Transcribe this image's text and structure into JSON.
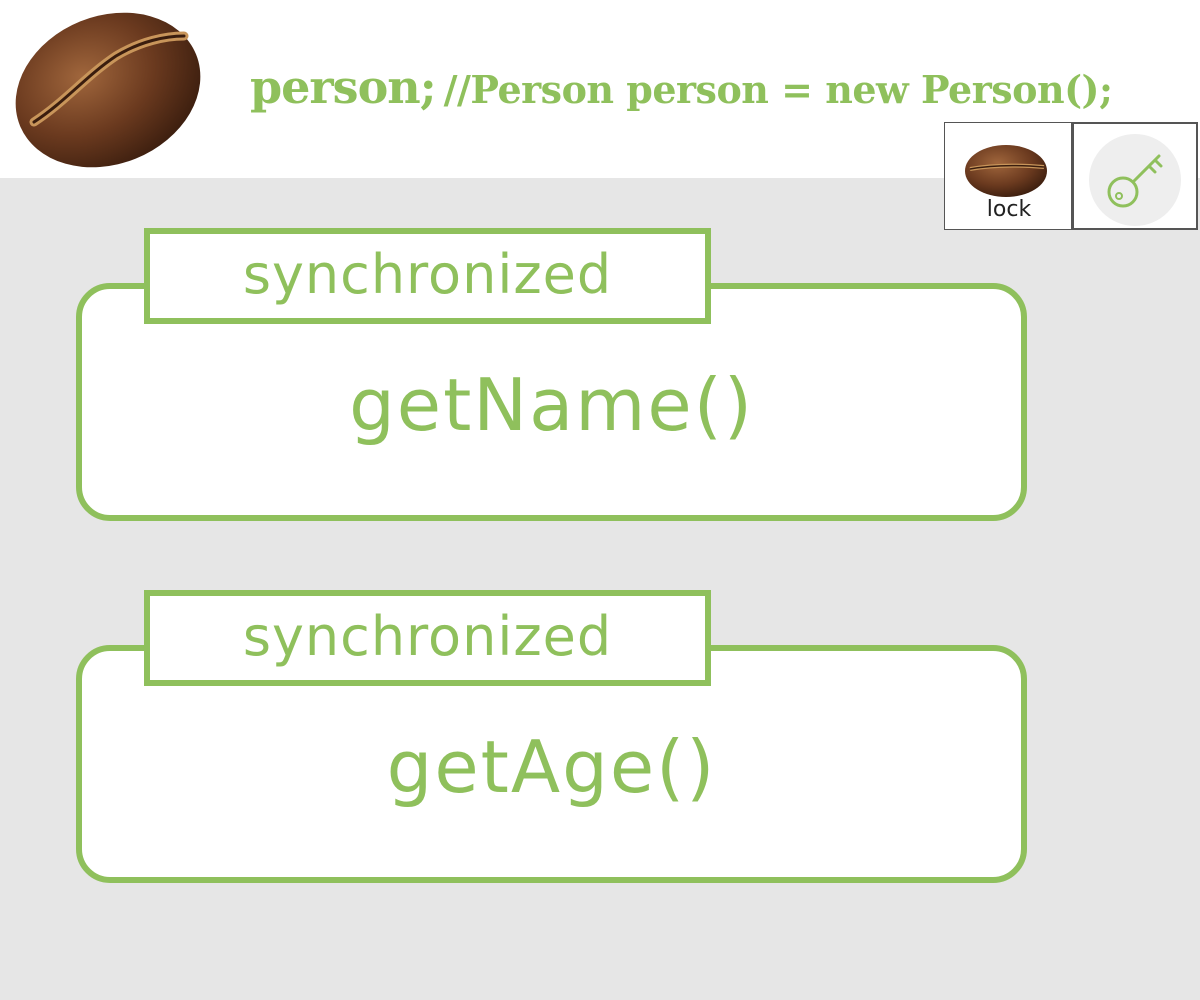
{
  "header": {
    "code_reference": "person;",
    "code_comment": "//Person person = new Person();"
  },
  "lock_panel": {
    "lock_label": "lock",
    "key_icon": "key-icon"
  },
  "methods": [
    {
      "modifier": "synchronized",
      "name": "getName()"
    },
    {
      "modifier": "synchronized",
      "name": "getAge()"
    }
  ],
  "colors": {
    "accent_green": "#8fc05c",
    "background": "#e6e6e6",
    "bean_brown": "#6b3a1f"
  }
}
